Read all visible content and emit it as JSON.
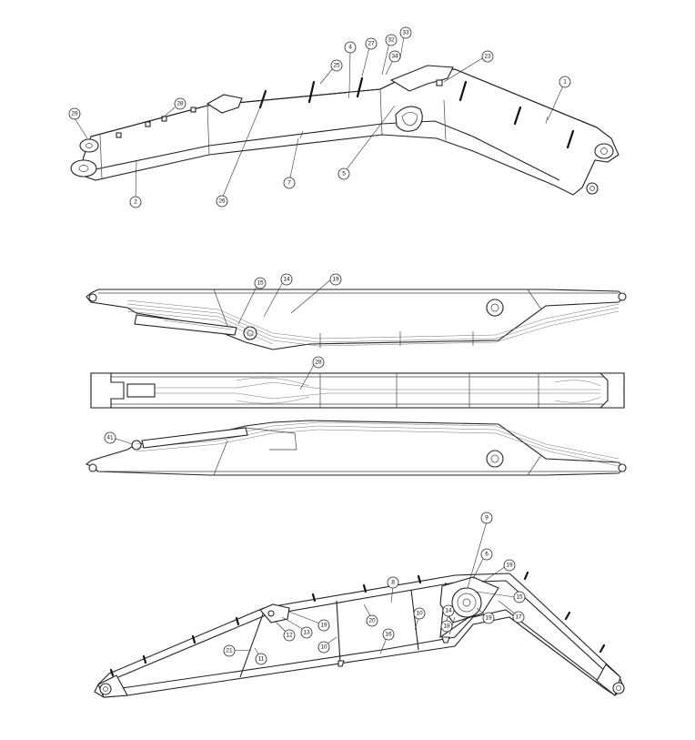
{
  "view_iso": {
    "callouts": [
      {
        "label": "29"
      },
      {
        "label": "28"
      },
      {
        "label": "25"
      },
      {
        "label": "4"
      },
      {
        "label": "27"
      },
      {
        "label": "32"
      },
      {
        "label": "33"
      },
      {
        "label": "34"
      },
      {
        "label": "23"
      },
      {
        "label": "1"
      },
      {
        "label": "2"
      },
      {
        "label": "26"
      },
      {
        "label": "7"
      },
      {
        "label": "5"
      }
    ]
  },
  "view_side": {
    "callouts": [
      {
        "label": "15"
      },
      {
        "label": "14"
      },
      {
        "label": "19"
      }
    ]
  },
  "view_top": {
    "callouts": [
      {
        "label": "28"
      }
    ]
  },
  "view_side2": {
    "callouts": [
      {
        "label": "41"
      }
    ]
  },
  "view_section": {
    "callouts": [
      {
        "label": "9"
      },
      {
        "label": "6"
      },
      {
        "label": "19"
      },
      {
        "label": "8"
      },
      {
        "label": "15"
      },
      {
        "label": "10"
      },
      {
        "label": "14"
      },
      {
        "label": "18"
      },
      {
        "label": "19"
      },
      {
        "label": "17"
      },
      {
        "label": "20"
      },
      {
        "label": "19"
      },
      {
        "label": "13"
      },
      {
        "label": "12"
      },
      {
        "label": "21"
      },
      {
        "label": "10"
      },
      {
        "label": "16"
      },
      {
        "label": "11"
      }
    ]
  }
}
